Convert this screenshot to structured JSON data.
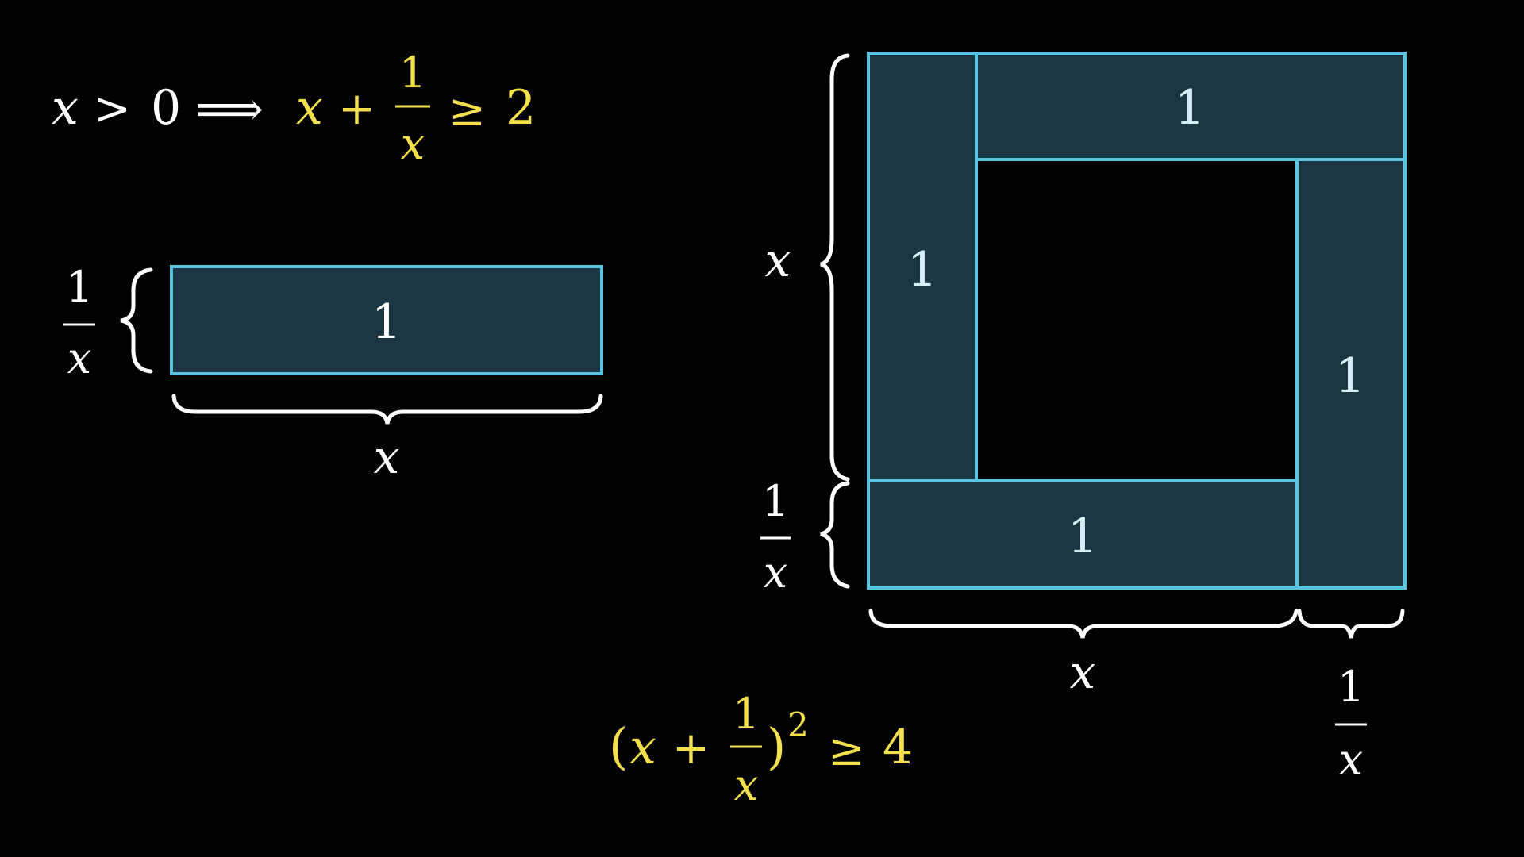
{
  "colors": {
    "background": "#000000",
    "rect_fill": "#1a3642",
    "rect_stroke": "#58c4e0",
    "label_in_rect": "#d6eef5",
    "white": "#ffffff",
    "yellow": "#f4e04d"
  },
  "top_inequality": {
    "x_var": "x",
    "greater": ">",
    "zero": "0",
    "implies": "⟹",
    "x_var2": "x",
    "plus": "+",
    "frac_num": "1",
    "frac_den": "x",
    "geq": "≥",
    "two": "2"
  },
  "single_rect": {
    "area_label": "1",
    "height_label_num": "1",
    "height_label_den": "x",
    "width_label": "x"
  },
  "big_square": {
    "top_rect_label": "1",
    "left_rect_label": "1",
    "right_rect_label": "1",
    "bottom_rect_label": "1",
    "left_brace_top_label": "x",
    "left_brace_bottom_num": "1",
    "left_brace_bottom_den": "x",
    "bottom_brace_left_label": "x",
    "bottom_brace_right_num": "1",
    "bottom_brace_right_den": "x"
  },
  "bottom_inequality": {
    "lparen": "(",
    "x_var": "x",
    "plus": "+",
    "frac_num": "1",
    "frac_den": "x",
    "rparen": ")",
    "exponent": "2",
    "geq": "≥",
    "four": "4"
  }
}
